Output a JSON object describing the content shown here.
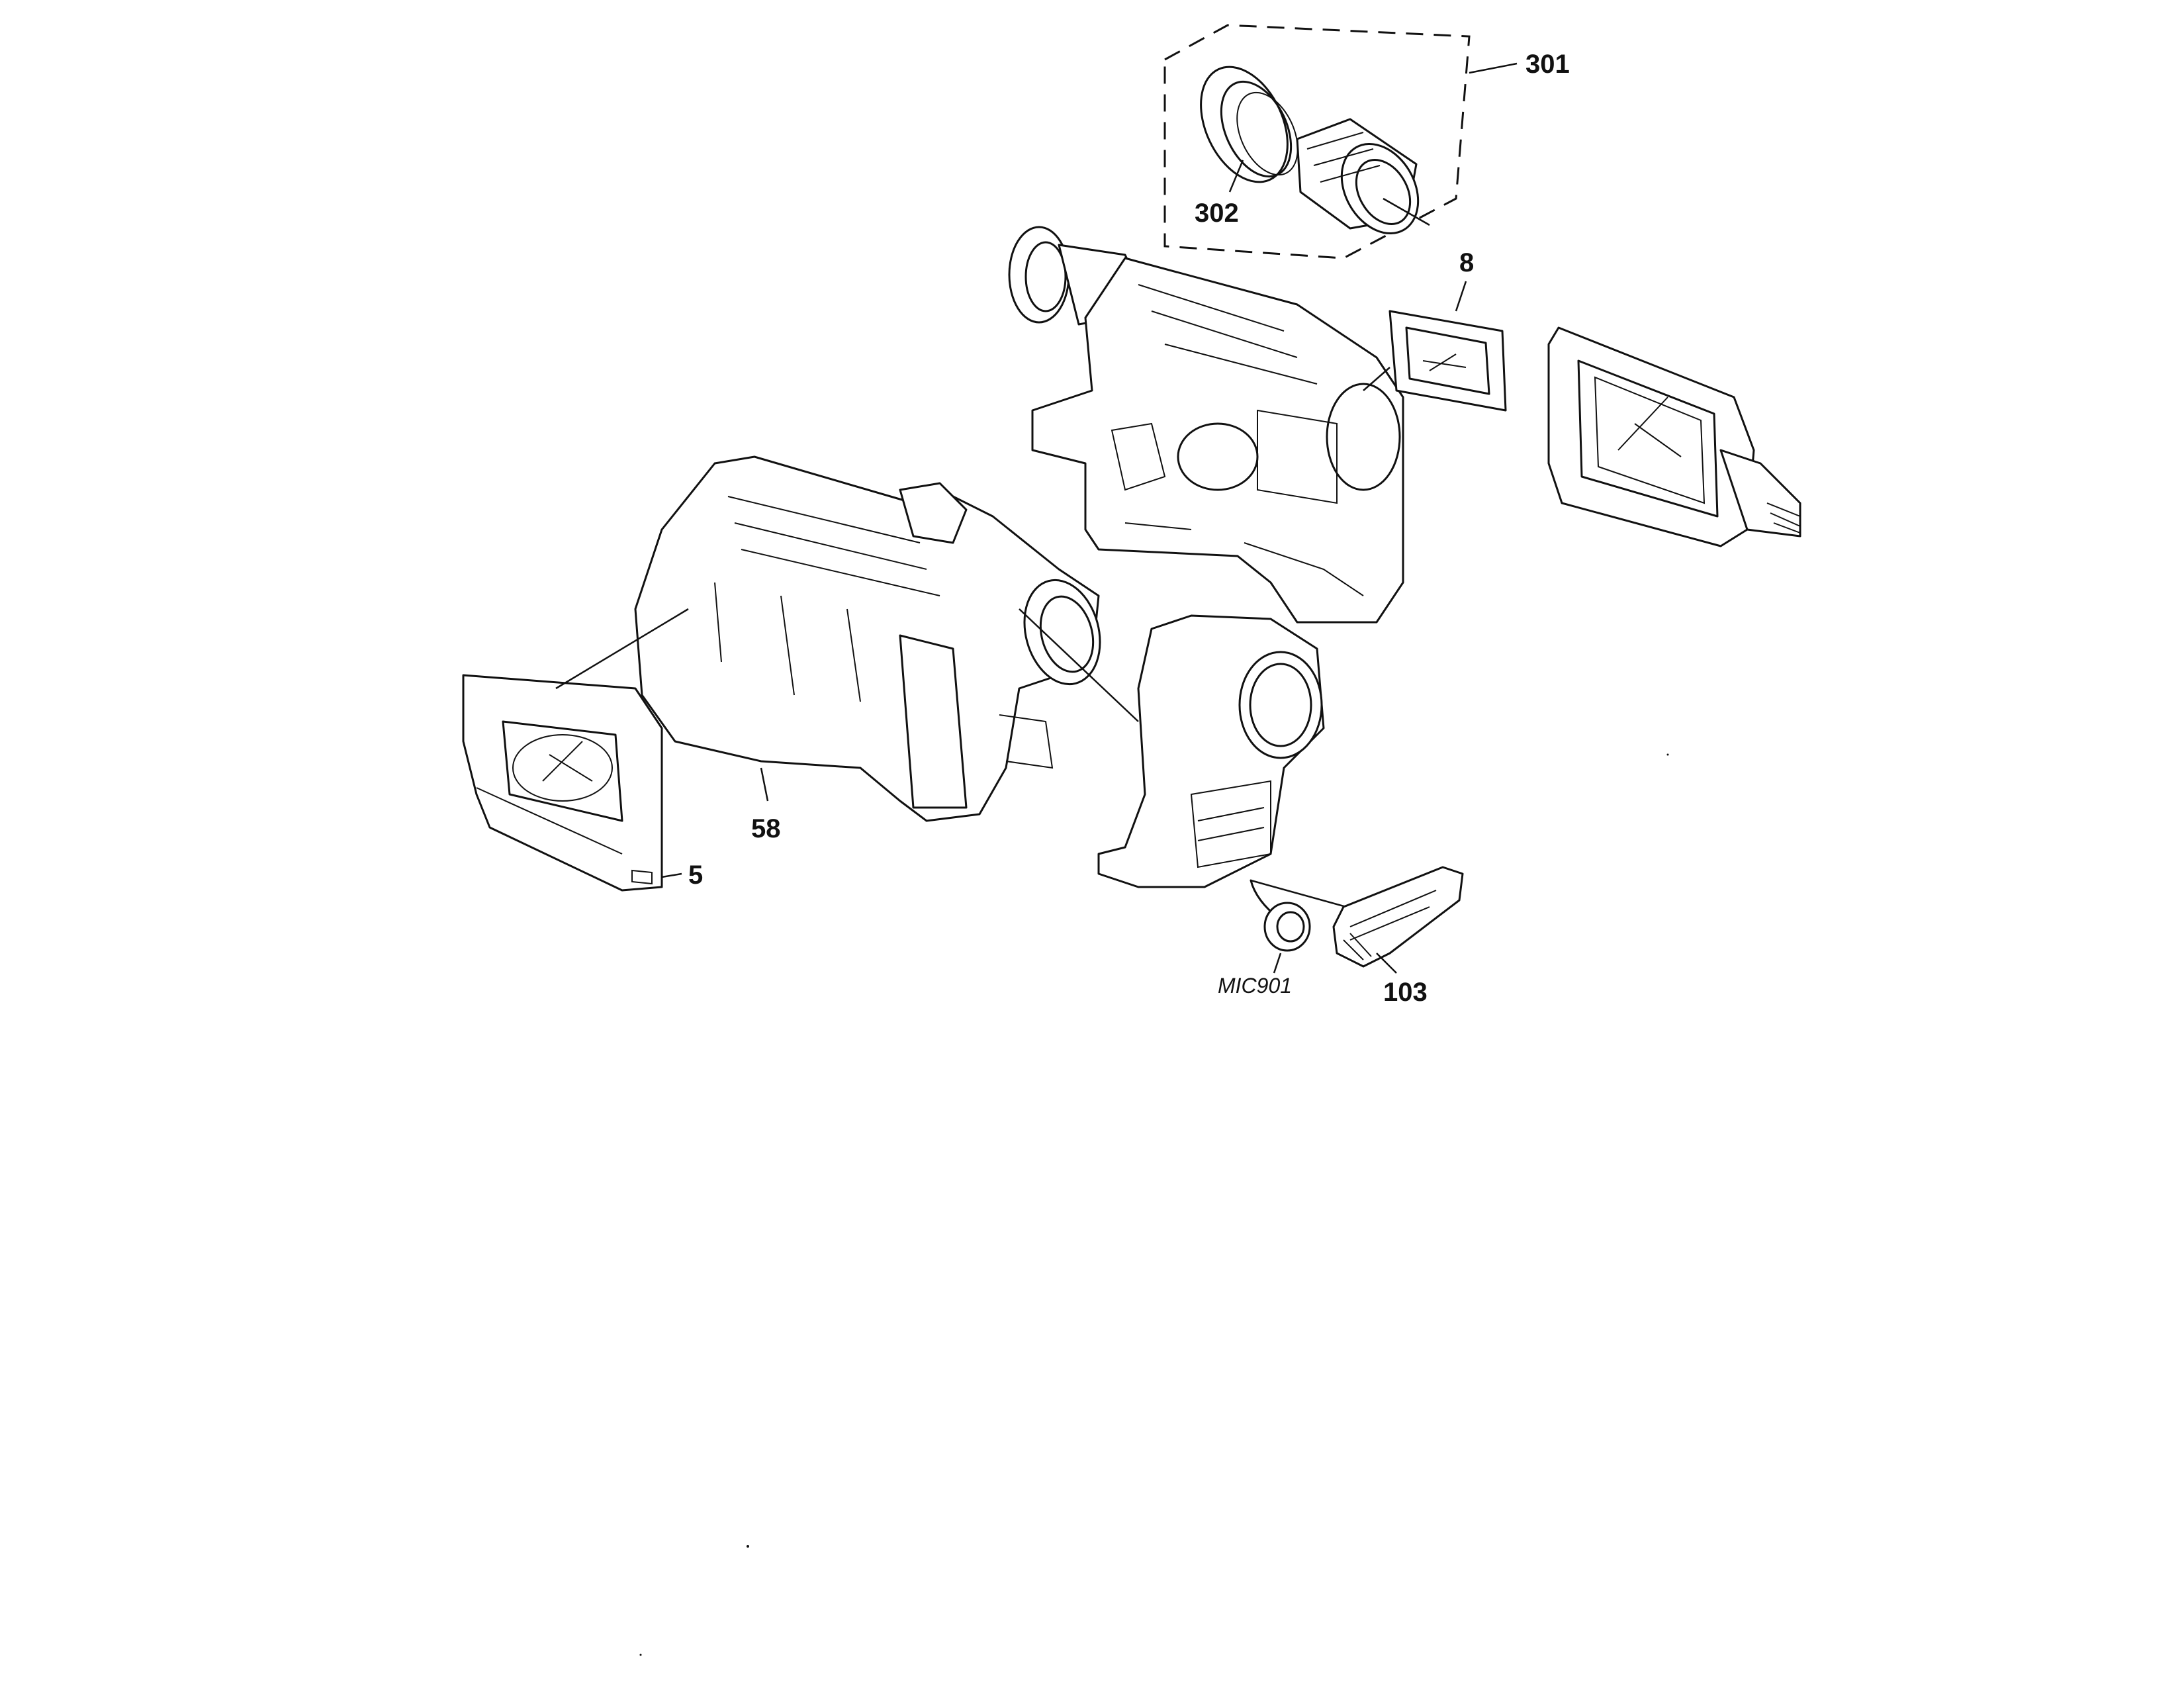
{
  "labels": {
    "l301": "301",
    "l302": "302",
    "l8": "8",
    "l58": "58",
    "l5": "5",
    "lmic": "MIC901",
    "l103": "103"
  }
}
